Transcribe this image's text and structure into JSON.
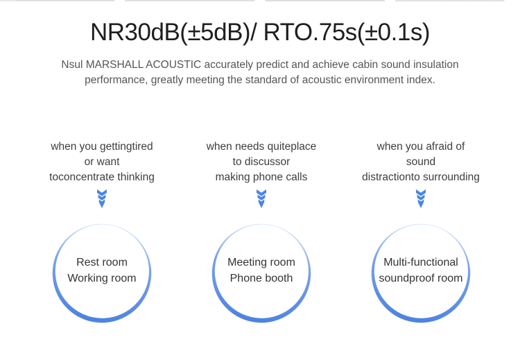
{
  "header": {
    "title": "NR30dB(±5dB)/ RTO.75s(±0.1s)",
    "subtitle_lines": [
      "Nsul MARSHALL ACOUSTIC accurately predict and achieve cabin sound insulation",
      "performance, greatly meeting the standard of acoustic environment index."
    ]
  },
  "colors": {
    "accent_blue": "#4c82e0",
    "arrow_blue": "#4a86e8",
    "ring_fade_top": "#d4e2f8",
    "title_text": "#1e1e1e",
    "subtitle_text": "#555555",
    "body_text": "#3d3d3d",
    "result_text": "#333333"
  },
  "scenarios": [
    {
      "condition_lines": [
        "when you gettingtired",
        "or want",
        "toconcentrate thinking"
      ],
      "result_lines": [
        "Rest room",
        "Working room"
      ]
    },
    {
      "condition_lines": [
        "when needs quiteplace",
        "to discussor",
        "making phone calls"
      ],
      "result_lines": [
        "Meeting room",
        "Phone booth"
      ]
    },
    {
      "condition_lines": [
        "when you afraid of",
        "sound",
        "distractionto surrounding"
      ],
      "result_lines": [
        "Multi-functional",
        "soundproof room"
      ]
    }
  ]
}
